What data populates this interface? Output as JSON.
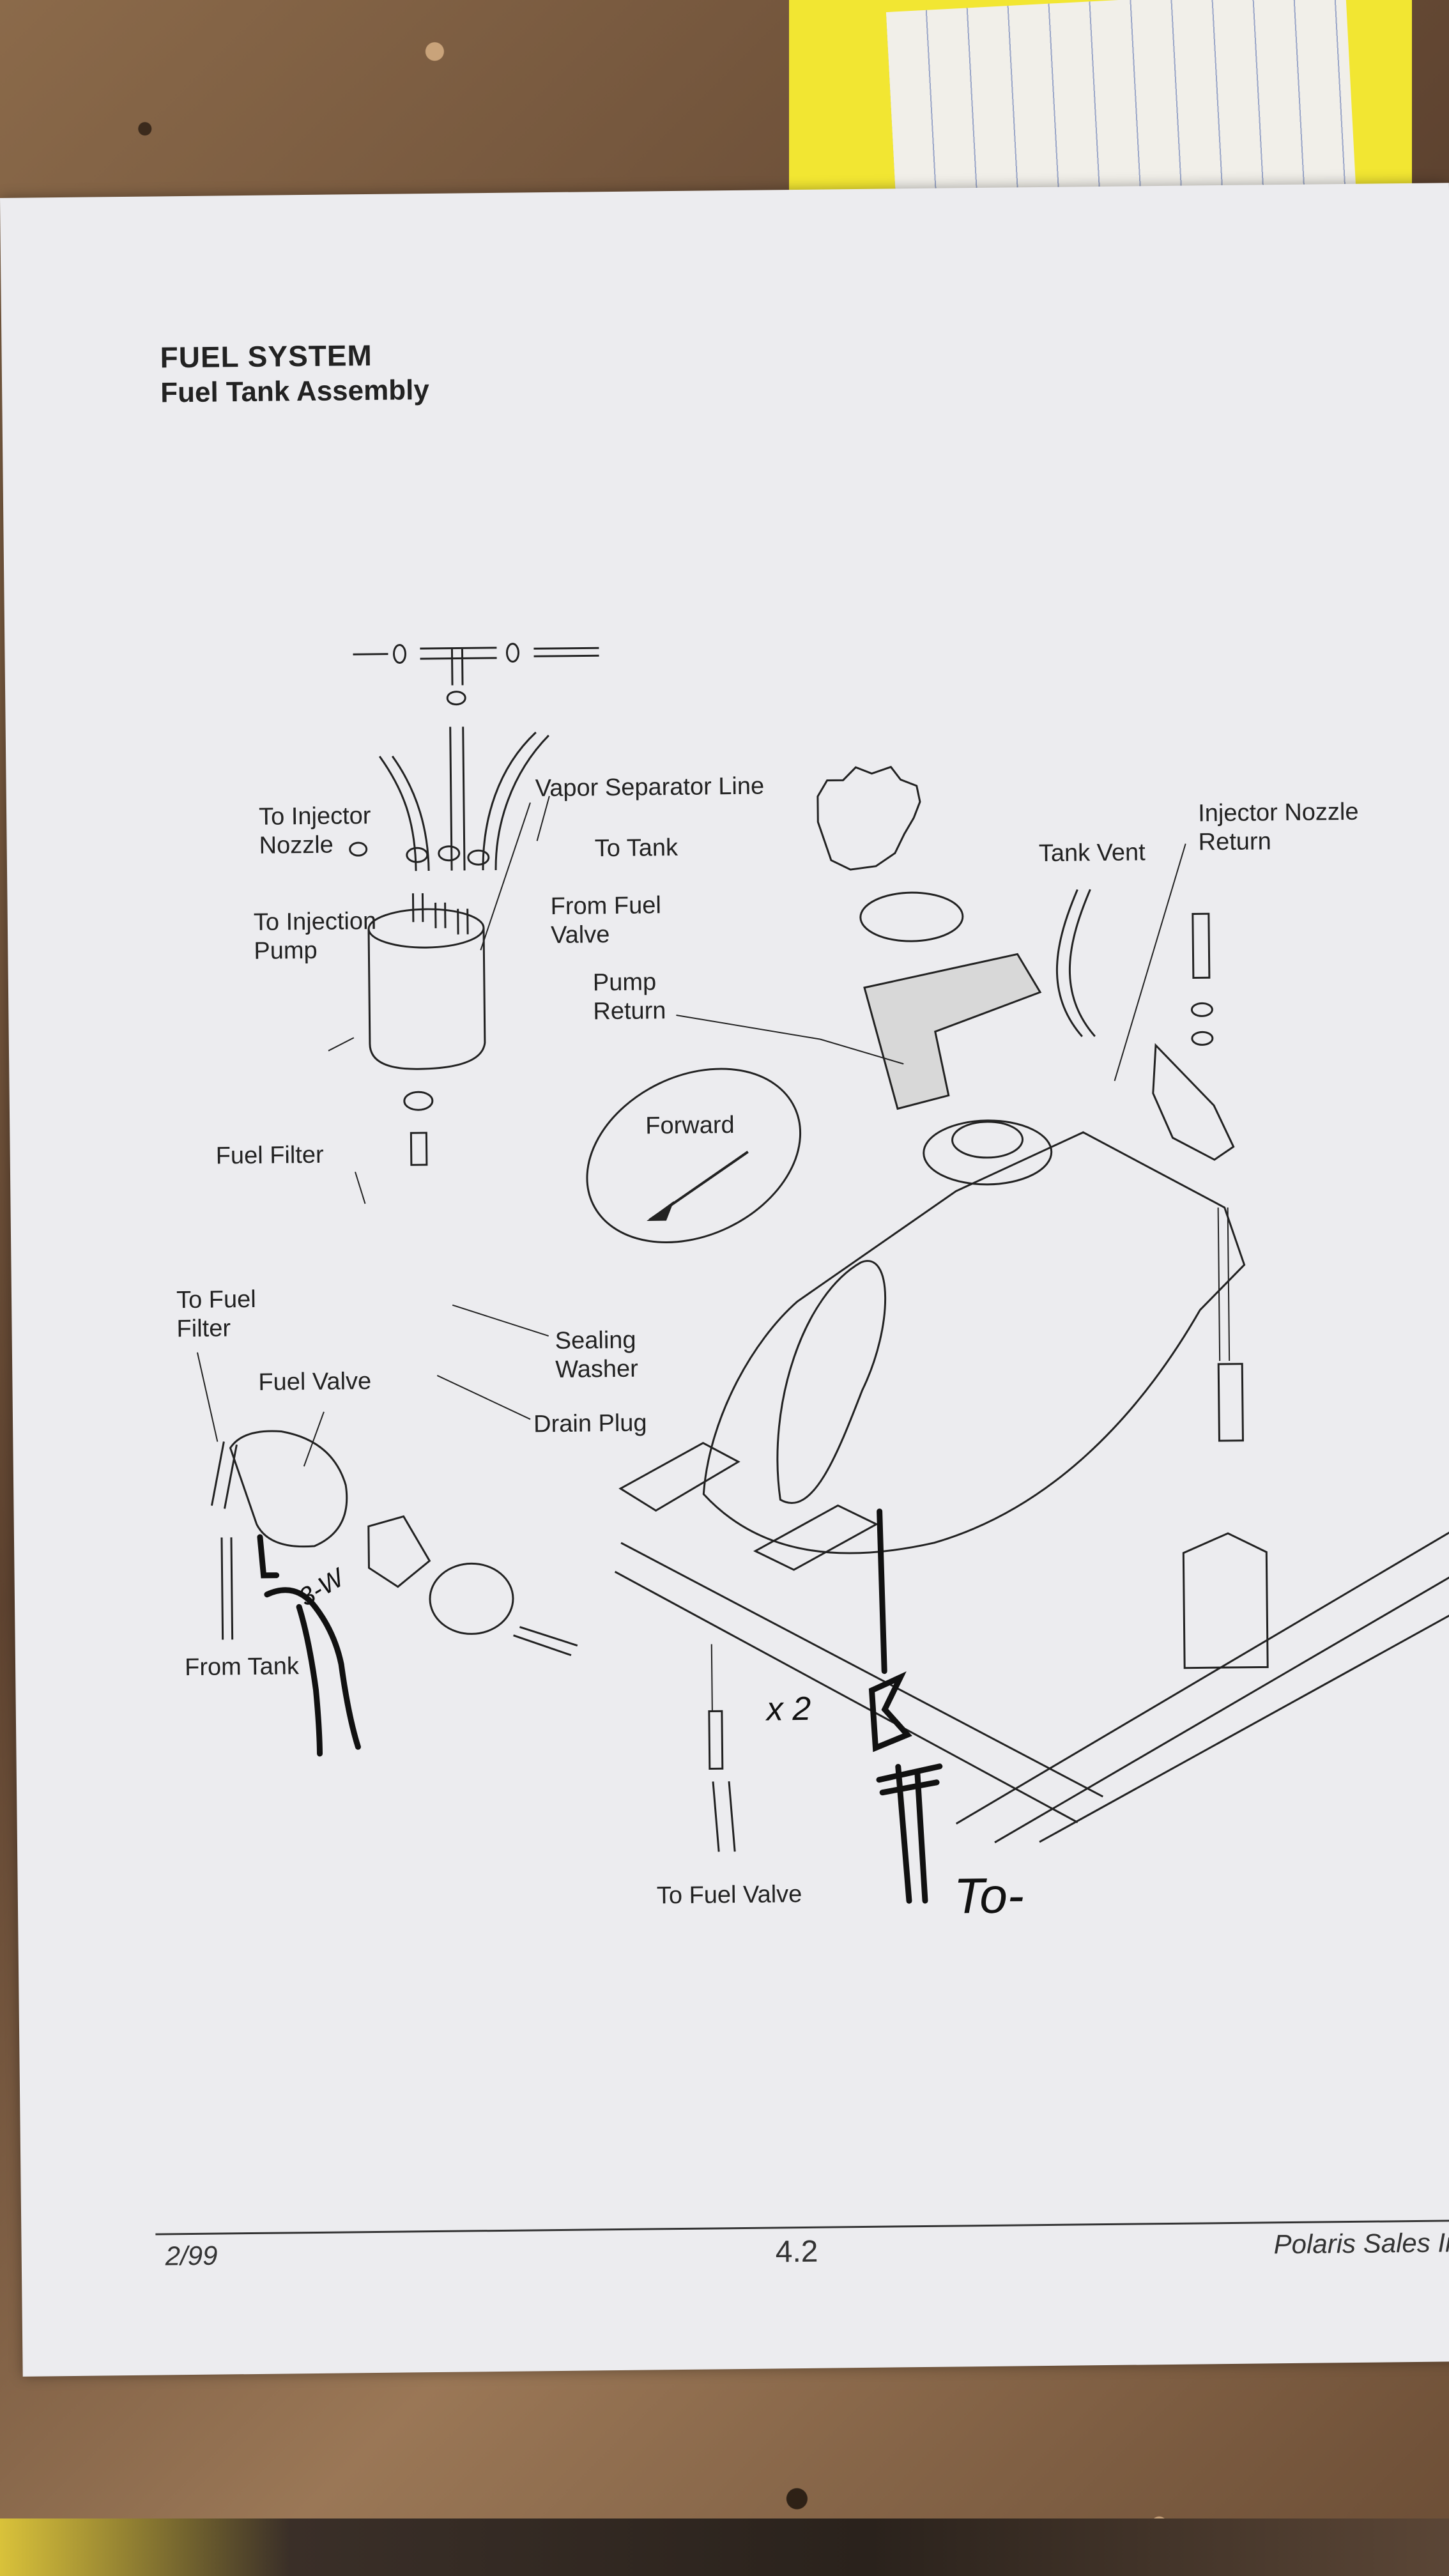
{
  "header": {
    "section": "FUEL SYSTEM",
    "subsection": "Fuel Tank Assembly"
  },
  "labels": {
    "to_injector_nozzle": [
      "To Injector",
      "Nozzle"
    ],
    "vapor_separator_line": "Vapor Separator Line",
    "to_tank": "To Tank",
    "to_injection_pump": [
      "To Injection",
      "Pump"
    ],
    "from_fuel_valve": [
      "From Fuel",
      "Valve"
    ],
    "tank_vent": "Tank Vent",
    "injector_nozzle_return": [
      "Injector Nozzle",
      "Return"
    ],
    "pump_return": [
      "Pump",
      "Return"
    ],
    "forward": "Forward",
    "fuel_filter": "Fuel Filter",
    "to_fuel_filter": [
      "To Fuel",
      "Filter"
    ],
    "fuel_valve": "Fuel Valve",
    "sealing_washer": [
      "Sealing",
      "Washer"
    ],
    "drain_plug": "Drain Plug",
    "from_tank": "From Tank",
    "to_fuel_valve": "To Fuel Valve"
  },
  "handwriting": {
    "x2": "x 2",
    "to": "To-",
    "three_way": "3-W"
  },
  "footer": {
    "date": "2/99",
    "page_number": "4.2",
    "company": "Polaris Sales In"
  }
}
